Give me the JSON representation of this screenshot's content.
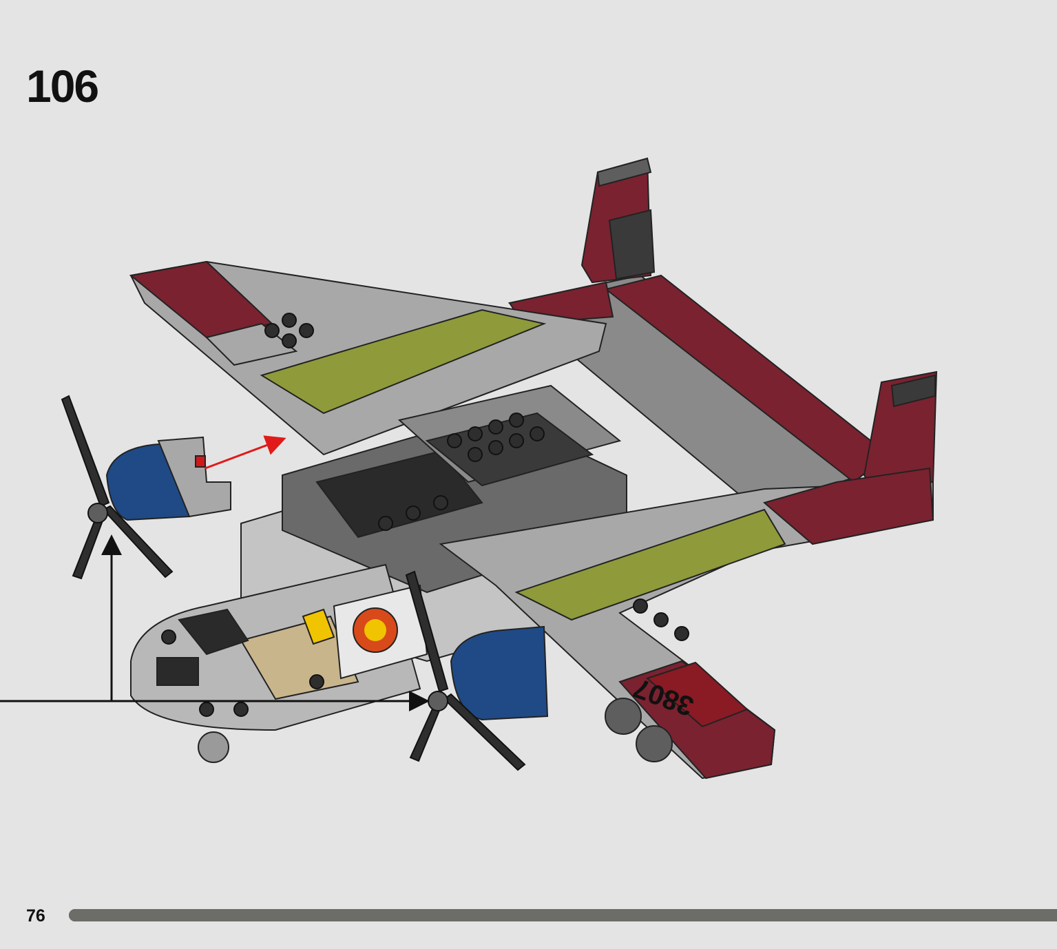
{
  "step": {
    "number": "106"
  },
  "model": {
    "tail_decal_text": "3807"
  },
  "footer": {
    "page_number": "76",
    "progress": 1.0
  },
  "colors": {
    "background": "#e4e4e4",
    "dark_red": "#7a2230",
    "olive_green": "#8f9a3a",
    "light_gray": "#a8a8a8",
    "dark_gray": "#5e5e5e",
    "black": "#2a2a2a",
    "blue": "#1f4a86",
    "yellow": "#f0c400",
    "tan": "#c9b58c",
    "progress_bar": "#6c6c68"
  },
  "icons": [
    "propeller-icon",
    "assembly-arrow-icon",
    "red-move-arrow-icon"
  ]
}
